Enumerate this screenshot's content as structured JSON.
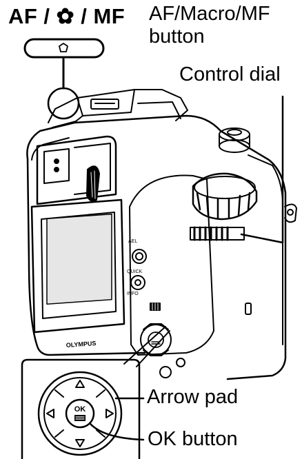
{
  "labels": {
    "af_symbol": "AF / ✿ / MF",
    "af_desc_line1": "AF/Macro/MF",
    "af_desc_line2": "button",
    "control_dial": "Control dial",
    "arrow_pad": "Arrow pad",
    "ok_button": "OK button"
  },
  "camera": {
    "brand_text": "OLYMPUS",
    "ok_text": "OK"
  },
  "icons": {
    "af_button_icon": "pentagon-icon",
    "macro_icon": "flower-icon",
    "ok_icon": "menu-lines-icon"
  },
  "colors": {
    "ink": "#000000",
    "screen_fill": "#e6e6e6",
    "background": "#ffffff"
  }
}
